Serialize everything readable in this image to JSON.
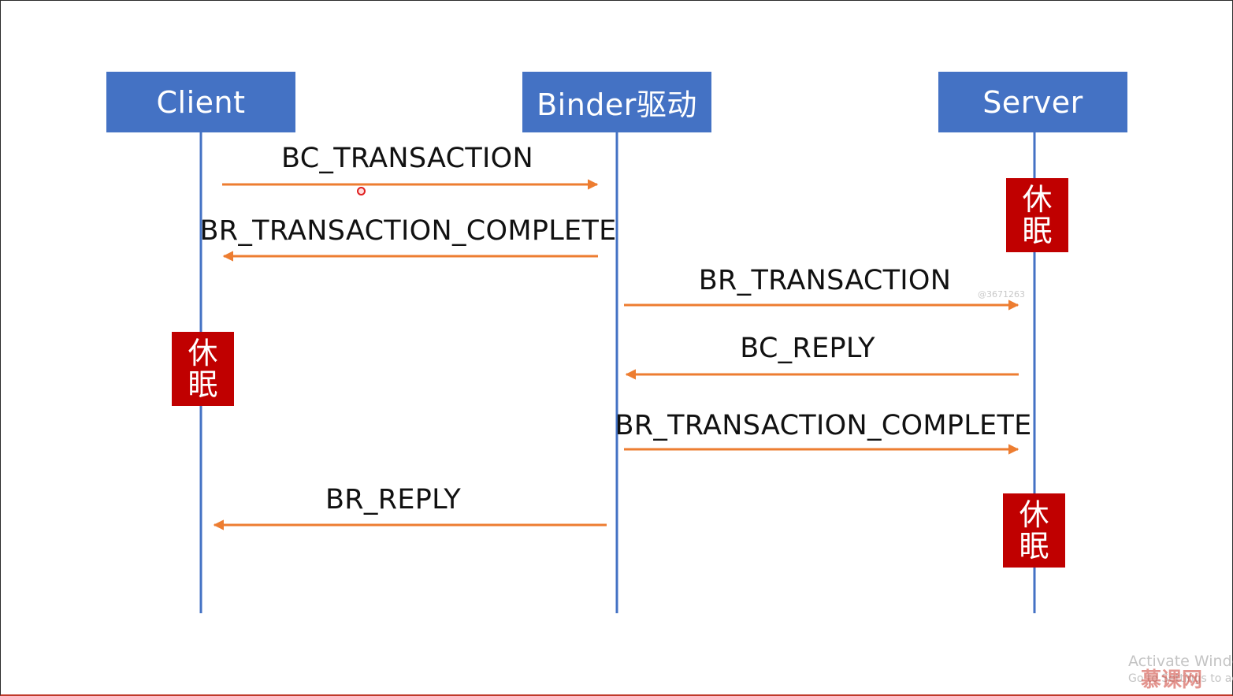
{
  "participants": {
    "client": "Client",
    "binder": "Binder驱动",
    "server": "Server"
  },
  "messages": [
    {
      "label": "BC_TRANSACTION",
      "from": "client",
      "to": "binder"
    },
    {
      "label": "BR_TRANSACTION_COMPLETE",
      "from": "binder",
      "to": "client"
    },
    {
      "label": "BR_TRANSACTION",
      "from": "binder",
      "to": "server"
    },
    {
      "label": "BC_REPLY",
      "from": "server",
      "to": "binder"
    },
    {
      "label": "BR_TRANSACTION_COMPLETE",
      "from": "binder",
      "to": "server"
    },
    {
      "label": "BR_REPLY",
      "from": "binder",
      "to": "client"
    }
  ],
  "sleep_boxes": [
    {
      "participant": "server",
      "line1": "休",
      "line2": "眠"
    },
    {
      "participant": "client",
      "line1": "休",
      "line2": "眠"
    },
    {
      "participant": "server",
      "line1": "休",
      "line2": "眠"
    }
  ],
  "watermark": {
    "id_text": "@3671263",
    "activate_line1": "Activate Windo",
    "activate_line2": "Go to Settings to activ",
    "brand": "慕课网"
  },
  "colors": {
    "participant_fill": "#4472c4",
    "lifeline": "#4472c4",
    "arrow": "#ed7d31",
    "sleep_fill": "#c00000"
  }
}
